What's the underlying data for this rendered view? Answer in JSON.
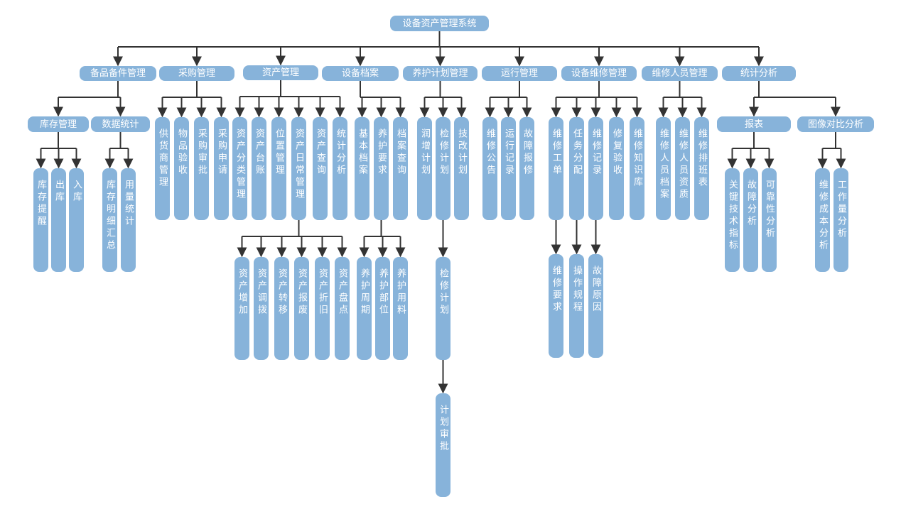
{
  "diagram": {
    "root": {
      "id": "root",
      "label": "设备资产管理系统"
    },
    "modules": [
      {
        "id": "m1",
        "label": "备品备件管理"
      },
      {
        "id": "m2",
        "label": "采购管理"
      },
      {
        "id": "m3",
        "label": "资产管理"
      },
      {
        "id": "m4",
        "label": "设备档案"
      },
      {
        "id": "m5",
        "label": "养护计划管理"
      },
      {
        "id": "m6",
        "label": "运行管理"
      },
      {
        "id": "m7",
        "label": "设备维修管理"
      },
      {
        "id": "m8",
        "label": "维修人员管理"
      },
      {
        "id": "m9",
        "label": "统计分析"
      }
    ],
    "submodules": [
      {
        "id": "s11",
        "label": "库存管理"
      },
      {
        "id": "s12",
        "label": "数据统计"
      },
      {
        "id": "s91",
        "label": "报表"
      },
      {
        "id": "s92",
        "label": "图像对比分析"
      }
    ],
    "leaves": [
      {
        "id": "l111",
        "label": "库存提醒"
      },
      {
        "id": "l112",
        "label": "出库"
      },
      {
        "id": "l113",
        "label": "入库"
      },
      {
        "id": "l121",
        "label": "库存明细汇总"
      },
      {
        "id": "l122",
        "label": "用量统计"
      },
      {
        "id": "l21",
        "label": "供货商管理"
      },
      {
        "id": "l22",
        "label": "物品验收"
      },
      {
        "id": "l23",
        "label": "采购审批"
      },
      {
        "id": "l24",
        "label": "采购申请"
      },
      {
        "id": "l31",
        "label": "资产分类管理"
      },
      {
        "id": "l32",
        "label": "资产台账"
      },
      {
        "id": "l33",
        "label": "位置管理"
      },
      {
        "id": "l34",
        "label": "资产日常管理"
      },
      {
        "id": "l35",
        "label": "资产查询"
      },
      {
        "id": "l36",
        "label": "统计分析"
      },
      {
        "id": "l341",
        "label": "资产增加"
      },
      {
        "id": "l342",
        "label": "资产调拨"
      },
      {
        "id": "l343",
        "label": "资产转移"
      },
      {
        "id": "l344",
        "label": "资产报废"
      },
      {
        "id": "l345",
        "label": "资产折旧"
      },
      {
        "id": "l346",
        "label": "资产盘点"
      },
      {
        "id": "l41",
        "label": "基本档案"
      },
      {
        "id": "l42",
        "label": "养护要求"
      },
      {
        "id": "l43",
        "label": "档案查询"
      },
      {
        "id": "l421",
        "label": "养护周期"
      },
      {
        "id": "l422",
        "label": "养护部位"
      },
      {
        "id": "l423",
        "label": "养护用料"
      },
      {
        "id": "l51",
        "label": "润增计划"
      },
      {
        "id": "l52",
        "label": "检修计划"
      },
      {
        "id": "l53",
        "label": "技改计划"
      },
      {
        "id": "l521",
        "label": "检修计划"
      },
      {
        "id": "l522",
        "label": "计划审批"
      },
      {
        "id": "l61",
        "label": "维修公告"
      },
      {
        "id": "l62",
        "label": "运行记录"
      },
      {
        "id": "l63",
        "label": "故障报修"
      },
      {
        "id": "l71",
        "label": "维修工单"
      },
      {
        "id": "l72",
        "label": "任务分配"
      },
      {
        "id": "l73",
        "label": "维修记录"
      },
      {
        "id": "l74",
        "label": "修复验收"
      },
      {
        "id": "l75",
        "label": "维修知识库"
      },
      {
        "id": "l711",
        "label": "维修要求"
      },
      {
        "id": "l721",
        "label": "操作规程"
      },
      {
        "id": "l731",
        "label": "故障原因"
      },
      {
        "id": "l81",
        "label": "维修人员档案"
      },
      {
        "id": "l82",
        "label": "维修人员资质"
      },
      {
        "id": "l83",
        "label": "维修排班表"
      },
      {
        "id": "l911",
        "label": "关键技术指标"
      },
      {
        "id": "l912",
        "label": "故障分析"
      },
      {
        "id": "l913",
        "label": "可靠性分析"
      },
      {
        "id": "l921",
        "label": "维修成本分析"
      },
      {
        "id": "l922",
        "label": "工作量分析"
      }
    ],
    "edges": [
      [
        "root",
        [
          "m1",
          "m2",
          "m3",
          "m4",
          "m5",
          "m6",
          "m7",
          "m8",
          "m9"
        ]
      ],
      [
        "m1",
        [
          "s11",
          "s12"
        ]
      ],
      [
        "s11",
        [
          "l111",
          "l112",
          "l113"
        ]
      ],
      [
        "s12",
        [
          "l121",
          "l122"
        ]
      ],
      [
        "m2",
        [
          "l21",
          "l22",
          "l23",
          "l24"
        ]
      ],
      [
        "m3",
        [
          "l31",
          "l32",
          "l33",
          "l34",
          "l35",
          "l36"
        ]
      ],
      [
        "l34",
        [
          "l341",
          "l342",
          "l343",
          "l344",
          "l345",
          "l346"
        ]
      ],
      [
        "m4",
        [
          "l41",
          "l42",
          "l43"
        ]
      ],
      [
        "l42",
        [
          "l421",
          "l422",
          "l423"
        ]
      ],
      [
        "m5",
        [
          "l51",
          "l52",
          "l53"
        ]
      ],
      [
        "l52",
        [
          "l521"
        ]
      ],
      [
        "l521",
        [
          "l522"
        ]
      ],
      [
        "m6",
        [
          "l61",
          "l62",
          "l63"
        ]
      ],
      [
        "m7",
        [
          "l71",
          "l72",
          "l73",
          "l74",
          "l75"
        ]
      ],
      [
        "l71",
        [
          "l711"
        ]
      ],
      [
        "l72",
        [
          "l721"
        ]
      ],
      [
        "l73",
        [
          "l731"
        ]
      ],
      [
        "m8",
        [
          "l81",
          "l82",
          "l83"
        ]
      ],
      [
        "m9",
        [
          "s91",
          "s92"
        ]
      ],
      [
        "s91",
        [
          "l911",
          "l912",
          "l913"
        ]
      ],
      [
        "s92",
        [
          "l921",
          "l922"
        ]
      ]
    ],
    "colors": {
      "node": "#87b3da",
      "line": "#333333",
      "text": "#ffffff"
    }
  }
}
